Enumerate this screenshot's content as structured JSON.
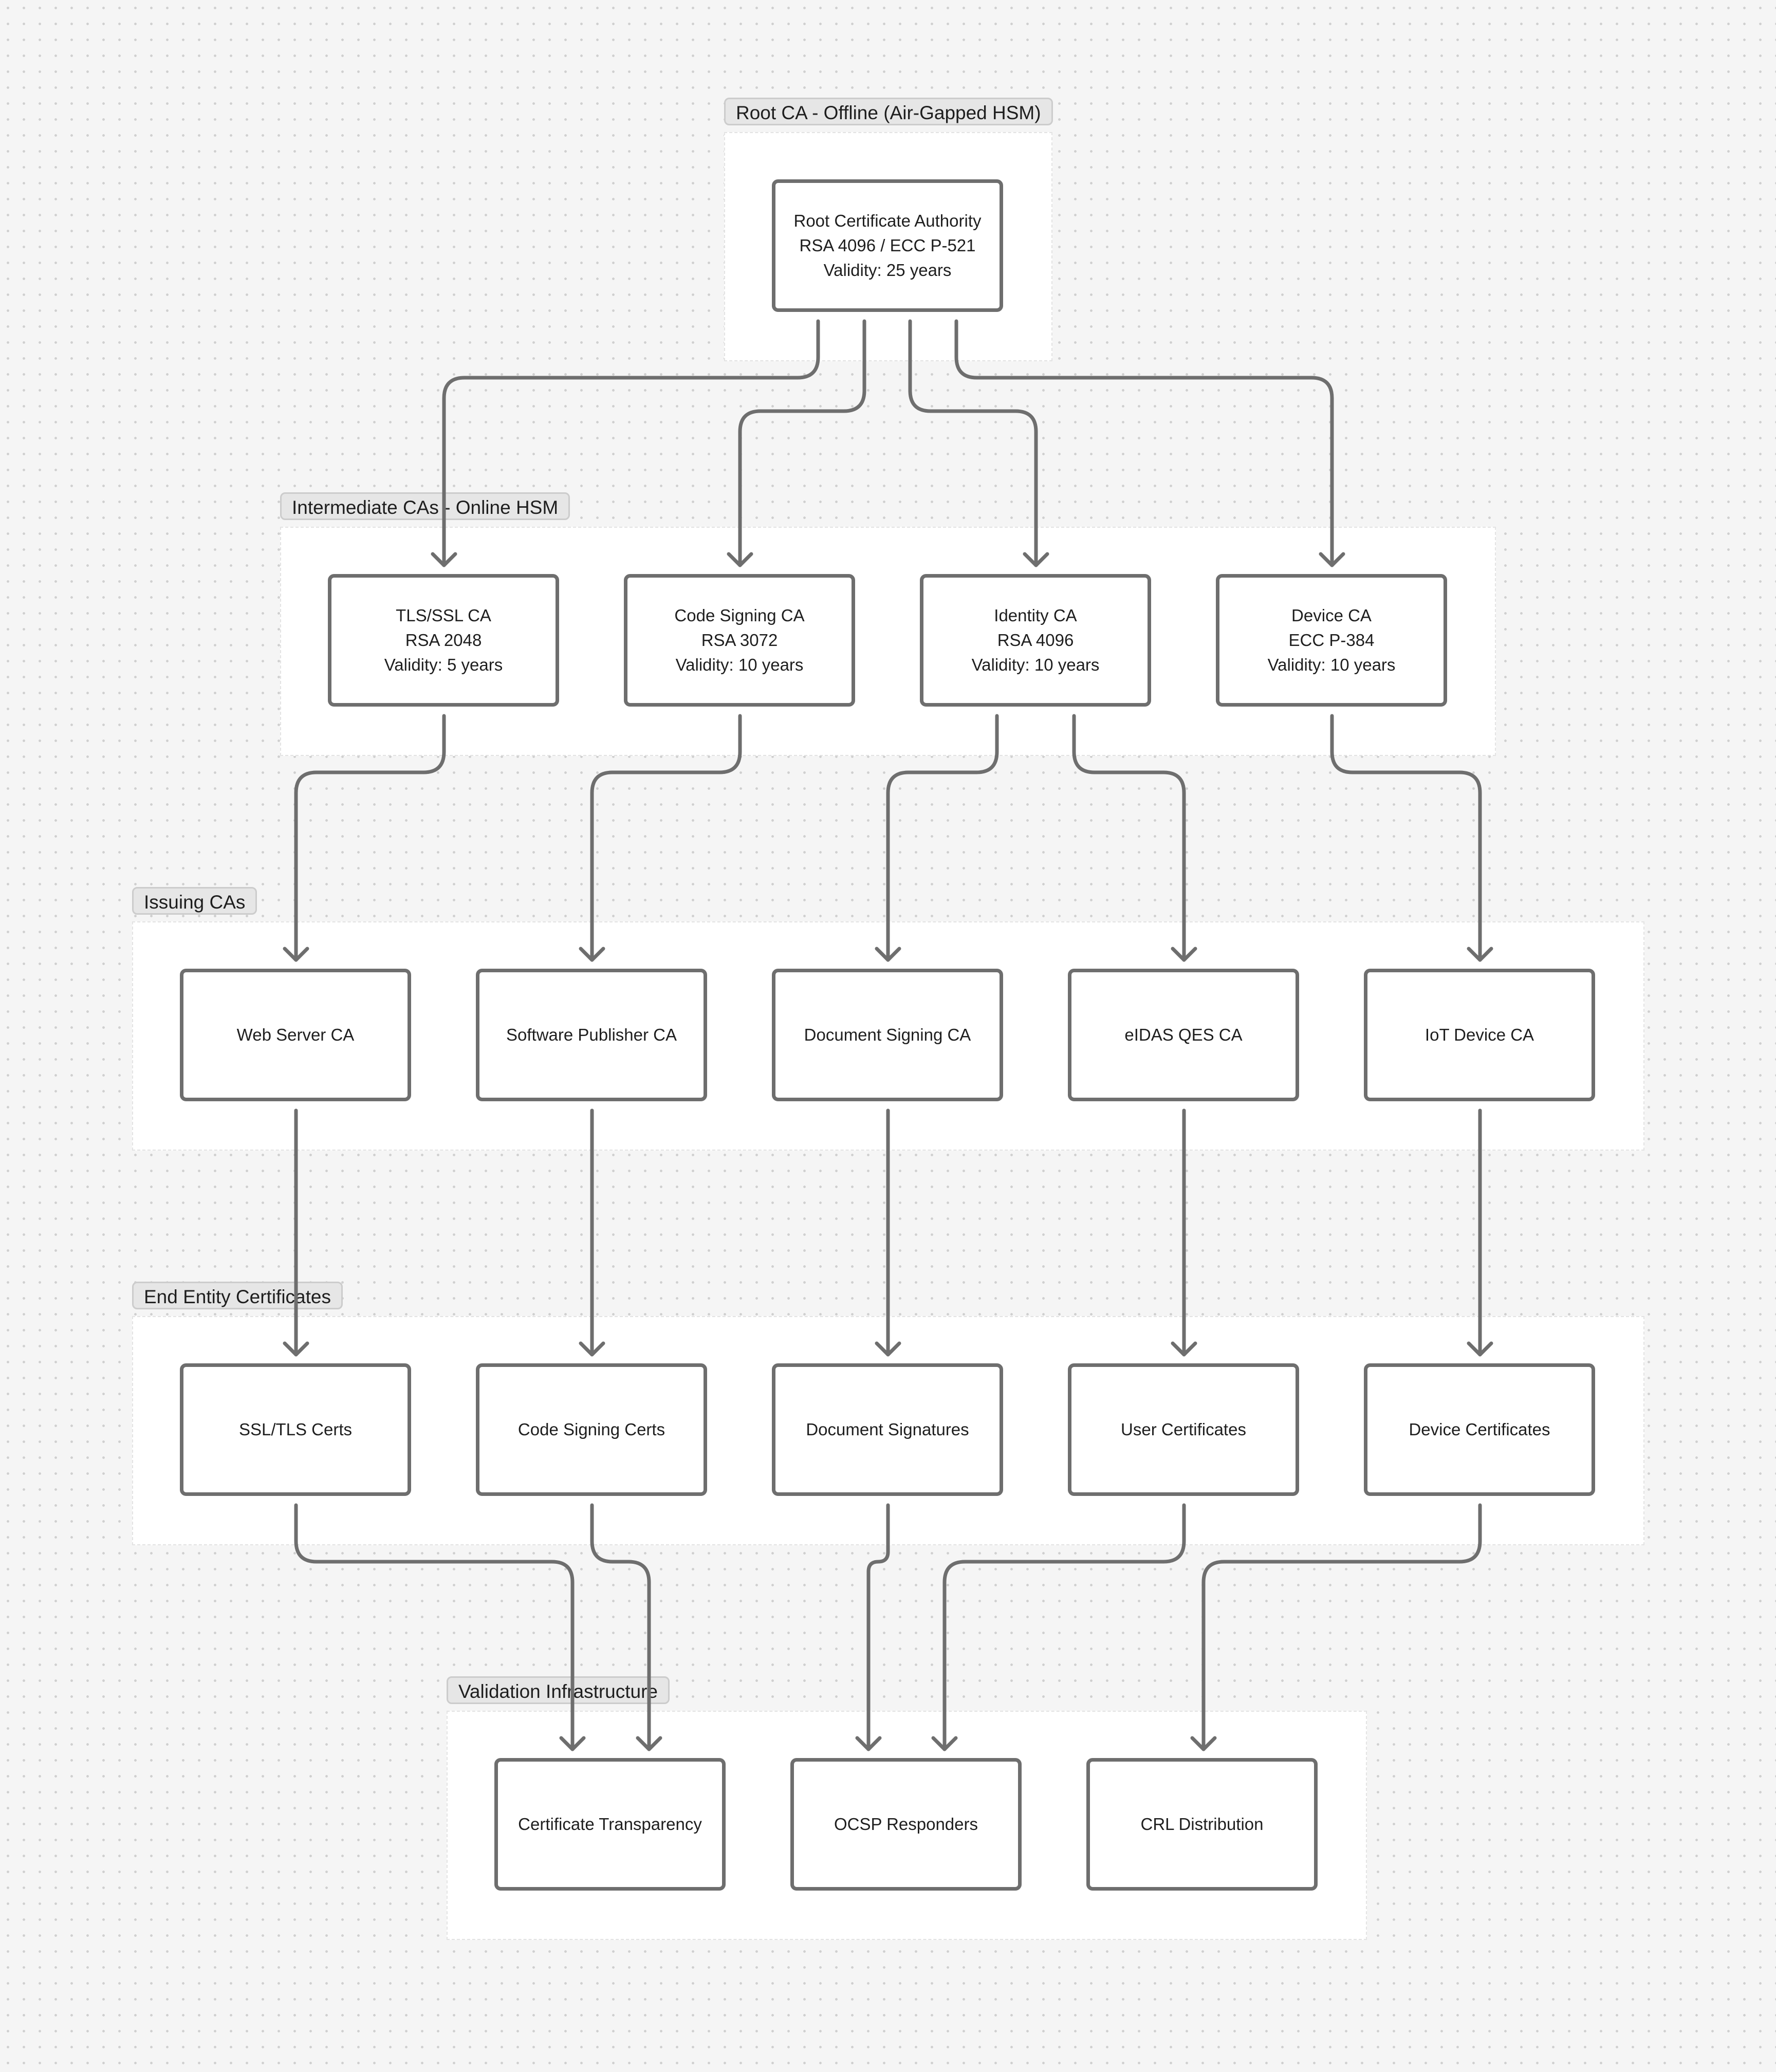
{
  "groups": {
    "root": {
      "label": "Root CA - Offline (Air-Gapped HSM)"
    },
    "intermediate": {
      "label": "Intermediate CAs - Online HSM"
    },
    "issuing": {
      "label": "Issuing CAs"
    },
    "end_entity": {
      "label": "End Entity Certificates"
    },
    "validation": {
      "label": "Validation Infrastructure"
    }
  },
  "nodes": {
    "root_ca": {
      "line1": "Root Certificate Authority",
      "line2": "RSA 4096 / ECC P-521",
      "line3": "Validity: 25 years"
    },
    "tls_ssl_ca": {
      "line1": "TLS/SSL CA",
      "line2": "RSA 2048",
      "line3": "Validity: 5 years"
    },
    "code_signing_ca": {
      "line1": "Code Signing CA",
      "line2": "RSA 3072",
      "line3": "Validity: 10 years"
    },
    "identity_ca": {
      "line1": "Identity CA",
      "line2": "RSA 4096",
      "line3": "Validity: 10 years"
    },
    "device_ca": {
      "line1": "Device CA",
      "line2": "ECC P-384",
      "line3": "Validity: 10 years"
    },
    "web_server_ca": {
      "line1": "Web Server CA"
    },
    "software_publisher_ca": {
      "line1": "Software Publisher CA"
    },
    "document_signing_ca": {
      "line1": "Document Signing CA"
    },
    "eidas_qes_ca": {
      "line1": "eIDAS QES CA"
    },
    "iot_device_ca": {
      "line1": "IoT Device CA"
    },
    "ssl_tls_certs": {
      "line1": "SSL/TLS Certs"
    },
    "code_signing_certs": {
      "line1": "Code Signing Certs"
    },
    "document_signatures": {
      "line1": "Document Signatures"
    },
    "user_certificates": {
      "line1": "User Certificates"
    },
    "device_certificates": {
      "line1": "Device Certificates"
    },
    "certificate_transparency": {
      "line1": "Certificate Transparency"
    },
    "ocsp_responders": {
      "line1": "OCSP Responders"
    },
    "crl_distribution": {
      "line1": "CRL Distribution"
    }
  },
  "edges": [
    {
      "from": "root_ca",
      "to": "tls_ssl_ca"
    },
    {
      "from": "root_ca",
      "to": "code_signing_ca"
    },
    {
      "from": "root_ca",
      "to": "identity_ca"
    },
    {
      "from": "root_ca",
      "to": "device_ca"
    },
    {
      "from": "tls_ssl_ca",
      "to": "web_server_ca"
    },
    {
      "from": "code_signing_ca",
      "to": "software_publisher_ca"
    },
    {
      "from": "identity_ca",
      "to": "document_signing_ca"
    },
    {
      "from": "identity_ca",
      "to": "eidas_qes_ca"
    },
    {
      "from": "device_ca",
      "to": "iot_device_ca"
    },
    {
      "from": "web_server_ca",
      "to": "ssl_tls_certs"
    },
    {
      "from": "software_publisher_ca",
      "to": "code_signing_certs"
    },
    {
      "from": "document_signing_ca",
      "to": "document_signatures"
    },
    {
      "from": "eidas_qes_ca",
      "to": "user_certificates"
    },
    {
      "from": "iot_device_ca",
      "to": "device_certificates"
    },
    {
      "from": "ssl_tls_certs",
      "to": "certificate_transparency"
    },
    {
      "from": "code_signing_certs",
      "to": "certificate_transparency"
    },
    {
      "from": "document_signatures",
      "to": "ocsp_responders"
    },
    {
      "from": "user_certificates",
      "to": "ocsp_responders"
    },
    {
      "from": "device_certificates",
      "to": "crl_distribution"
    }
  ],
  "colors": {
    "background": "#f5f5f5",
    "stroke": "#6e6e6e",
    "label_bg": "#e6e6e6"
  }
}
